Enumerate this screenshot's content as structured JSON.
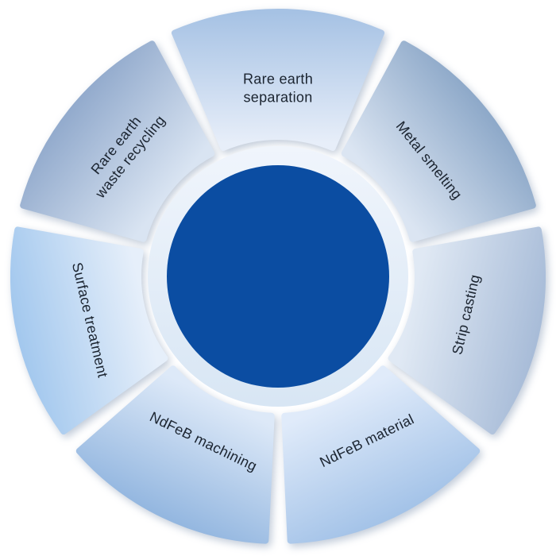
{
  "diagram": {
    "center": {
      "color": "#0b4da2"
    },
    "ring": {
      "color_top": "#f0f5fc",
      "color_bottom": "#d8e6f4"
    },
    "text_color": "#1b2430",
    "segments": [
      {
        "label": "Rare earth\nseparation",
        "gradient": {
          "outer": "#a6c2e4",
          "inner": "#e7eef9"
        }
      },
      {
        "label": "Metal smelting",
        "gradient": {
          "outer": "#8ea9c9",
          "inner": "#dbe5f2"
        }
      },
      {
        "label": "Strip casting",
        "gradient": {
          "outer": "#a8bcd8",
          "inner": "#e0e9f4"
        }
      },
      {
        "label": "NdFeB material",
        "gradient": {
          "outer": "#a4c3e8",
          "inner": "#e0ebfa"
        }
      },
      {
        "label": "NdFeB machining",
        "gradient": {
          "outer": "#94b7e0",
          "inner": "#dde9f8"
        }
      },
      {
        "label": "Surface treatment",
        "gradient": {
          "outer": "#a3c8ee",
          "inner": "#e6effa"
        }
      },
      {
        "label": "Rare earth\nwaste recycling",
        "gradient": {
          "outer": "#93abcd",
          "inner": "#d9e4f2"
        }
      }
    ]
  }
}
